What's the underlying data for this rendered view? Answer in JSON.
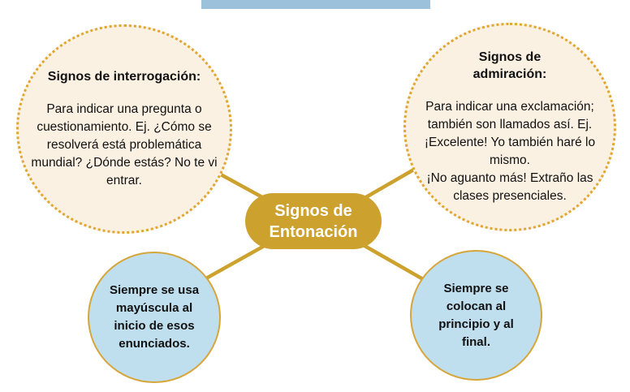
{
  "diagram": {
    "center": {
      "label": "Signos de Entonación"
    },
    "nodes": {
      "interrogacion": {
        "title": "Signos de interrogación:",
        "body": "Para indicar una pregunta o cuestionamiento. Ej. ¿Cómo se resolverá está problemática mundial? ¿Dónde estás? No te vi entrar."
      },
      "admiracion": {
        "title": "Signos de admiración:",
        "body1": "Para indicar una exclamación; también son llamados así. Ej. ¡Excelente! Yo también haré lo mismo.",
        "body2": "¡No aguanto más! Extraño las clases presenciales."
      },
      "mayuscula": {
        "text": "Siempre se usa mayúscula al inicio de esos enunciados."
      },
      "colocacion": {
        "text": "Siempre se colocan al principio y al final."
      }
    },
    "colors": {
      "gold": "#CDA12E",
      "dotted_border": "#E0A62F",
      "cream_fill": "#FAF1E3",
      "blue_fill": "#BFDFEF",
      "blue_border": "#D6A63A",
      "top_bar": "#9BC1DB",
      "center_text": "#FFFFFF",
      "body_text": "#111111"
    }
  }
}
